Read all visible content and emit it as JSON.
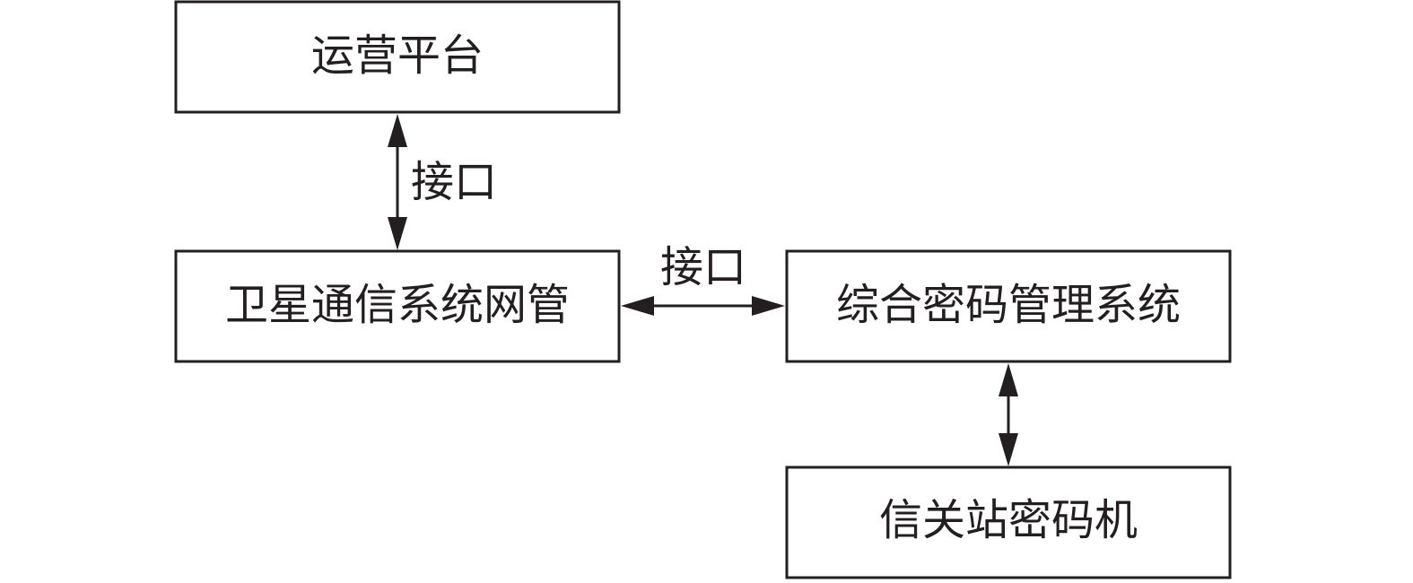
{
  "nodes": {
    "operations_platform": "运营平台",
    "satellite_nms": "卫星通信系统网管",
    "key_management_system": "综合密码管理系统",
    "gateway_crypto": "信关站密码机"
  },
  "edges": {
    "platform_to_nms": {
      "label": "接口",
      "direction": "bidirectional"
    },
    "nms_to_kms": {
      "label": "接口",
      "direction": "bidirectional"
    },
    "kms_to_gateway": {
      "label": "",
      "direction": "bidirectional"
    }
  }
}
